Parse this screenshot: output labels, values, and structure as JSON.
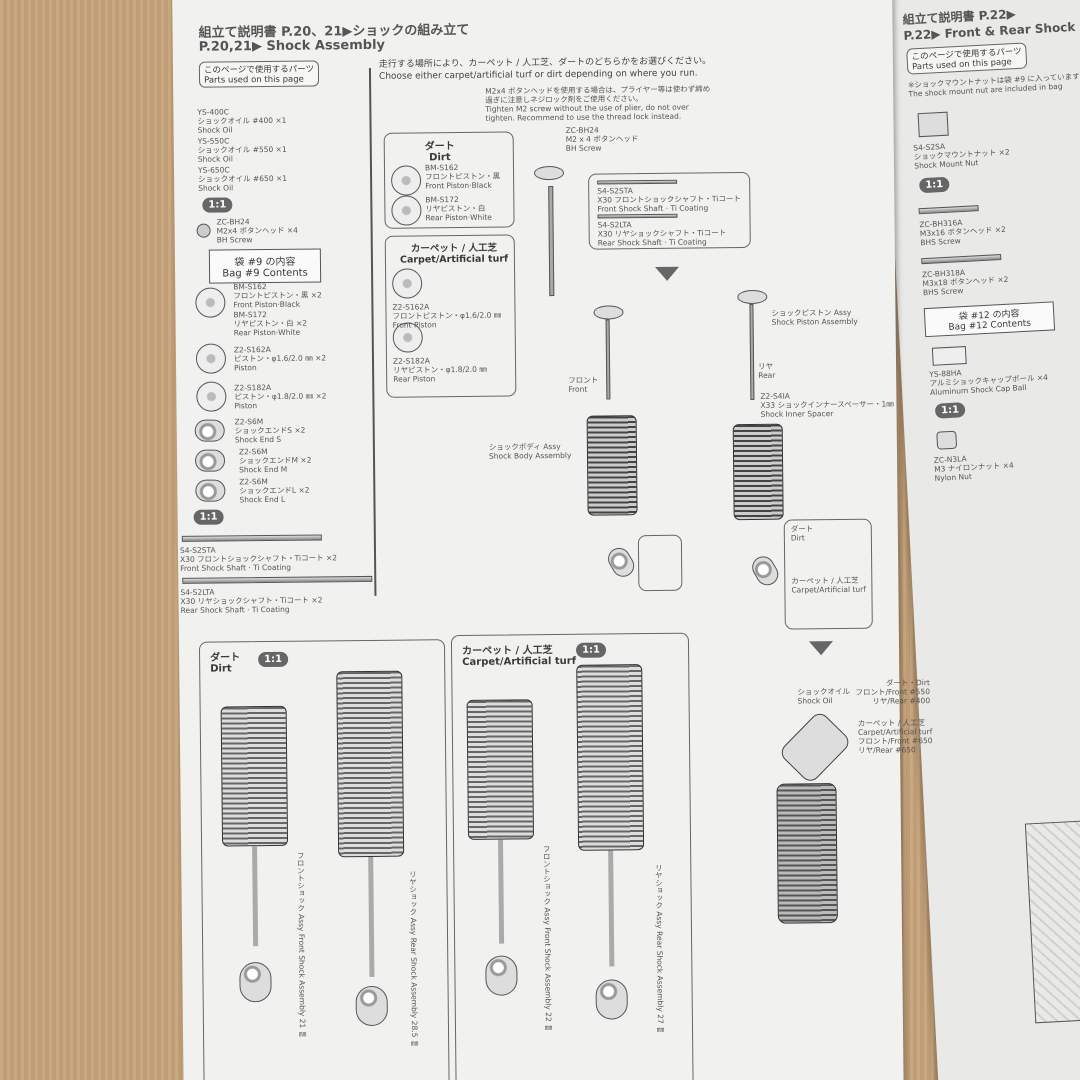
{
  "header": {
    "line1": "組立て説明書 P.20、21▶ショックの組み立て",
    "line2": "P.20,21▶ Shock Assembly"
  },
  "intro": {
    "jp": "走行する場所により、カーペット / 人工芝、ダートのどちらかをお選びください。",
    "en": "Choose either carpet/artificial turf or dirt depending on where you run."
  },
  "parts": {
    "title_jp": "このページで使用するパーツ",
    "title_en": "Parts used on this page",
    "oils": [
      {
        "code": "YS-400C",
        "name_jp": "ショックオイル #400 ×1",
        "name_en": "Shock Oil"
      },
      {
        "code": "YS-550C",
        "name_jp": "ショックオイル #550 ×1",
        "name_en": "Shock Oil"
      },
      {
        "code": "YS-650C",
        "name_jp": "ショックオイル #650 ×1",
        "name_en": "Shock Oil"
      }
    ],
    "scale_label": "1:1",
    "screw": {
      "code": "ZC-BH24",
      "name_jp": "M2x4 ボタンヘッド ×4",
      "name_en": "BH Screw"
    },
    "bag_jp": "袋 #9 の内容",
    "bag_en": "Bag #9 Contents",
    "bag_items": [
      {
        "code": "BM-S162",
        "jp": "フロントピストン・黒 ×2",
        "en": "Front Piston·Black"
      },
      {
        "code": "BM-S172",
        "jp": "リヤピストン・白 ×2",
        "en": "Rear Piston·White"
      },
      {
        "code": "Z2-S162A",
        "jp": "ピストン・φ1.6/2.0 ㎜ ×2",
        "en": "Piston"
      },
      {
        "code": "Z2-S182A",
        "jp": "ピストン・φ1.8/2.0 ㎜ ×2",
        "en": "Piston"
      }
    ],
    "ends": [
      {
        "code": "Z2-S6M",
        "jp": "ショックエンドS ×2",
        "en": "Shock End S"
      },
      {
        "code": "Z2-S6M",
        "jp": "ショックエンドM ×2",
        "en": "Shock End M"
      },
      {
        "code": "Z2-S6M",
        "jp": "ショックエンドL ×2",
        "en": "Shock End L"
      }
    ],
    "shafts": [
      {
        "code": "S4-S2STA",
        "jp": "X30 フロントショックシャフト・Tiコート ×2",
        "en": "Front Shock Shaft · Ti Coating"
      },
      {
        "code": "S4-S2LTA",
        "jp": "X30 リヤショックシャフト・Tiコート ×2",
        "en": "Rear Shock Shaft · Ti Coating"
      }
    ]
  },
  "step1": {
    "note1": "M2x4 ボタンヘッドを使用する場合は、プライヤー等は使わず締め",
    "note2": "過ぎに注意しネジロック剤をご使用ください。",
    "note3": "Tighten M2 screw without the use of plier, do not over",
    "note4": "tighten. Recommend to use the thread lock instead.",
    "screw_code": "ZC-BH24",
    "screw_jp": "M2 x 4 ボタンヘッド",
    "screw_en": "BH Screw",
    "dirt_jp": "ダート",
    "dirt_en": "Dirt",
    "dirt_items": [
      {
        "code": "BM-S162",
        "jp": "フロントピストン・黒",
        "en": "Front Piston·Black"
      },
      {
        "code": "BM-S172",
        "jp": "リヤピストン・白",
        "en": "Rear Piston·White"
      }
    ],
    "carpet_jp": "カーペット / 人工芝",
    "carpet_en": "Carpet/Artificial turf",
    "carpet_items": [
      {
        "code": "Z2-S162A",
        "jp": "フロントピストン・φ1.6/2.0 ㎜",
        "en": "Front Piston"
      },
      {
        "code": "Z2-S182A",
        "jp": "リヤピストン・φ1.8/2.0 ㎜",
        "en": "Rear Piston"
      }
    ],
    "shaft_items": [
      {
        "code": "S4-S2STA",
        "jp": "X30 フロントショックシャフト・Tiコート",
        "en": "Front Shock Shaft · Ti Coating"
      },
      {
        "code": "S4-S2LTA",
        "jp": "X30 リヤショックシャフト・Tiコート",
        "en": "Rear Shock Shaft · Ti Coating"
      }
    ]
  },
  "step2": {
    "piston_assy_jp": "ショックピストン Assy",
    "piston_assy_en": "Shock Piston Assembly",
    "front_jp": "フロント",
    "front_en": "Front",
    "rear_jp": "リヤ",
    "rear_en": "Rear",
    "spacer_code": "Z2-S4IA",
    "spacer_jp": "X33 ショックインナースペーサー・1㎜",
    "spacer_en": "Shock Inner Spacer",
    "body_jp": "ショックボディ Assy",
    "body_en": "Shock Body Assembly",
    "dirt_jp": "ダート",
    "dirt_en": "Dirt",
    "carpet_jp": "カーペット / 人工芝",
    "carpet_en": "Carpet/Artificial turf"
  },
  "oil": {
    "jp": "ショックオイル",
    "en": "Shock Oil",
    "dirt_label": "ダート・Dirt",
    "dirt_front": "フロント/Front #550",
    "dirt_rear": "リヤ/Rear #400",
    "carpet_label": "カーペット / 人工芝",
    "carpet_sub": "Carpet/Artificial turf",
    "carpet_front": "フロント/Front #650",
    "carpet_rear": "リヤ/Rear #650"
  },
  "lengths": {
    "dirt_jp": "ダート",
    "dirt_en": "Dirt",
    "carpet_jp": "カーペット / 人工芝",
    "carpet_en": "Carpet/Artificial turf",
    "scale": "1:1",
    "front_jp": "フロントショック Assy",
    "front_en": "Front Shock Assembly",
    "rear_jp": "リヤショック Assy",
    "rear_en": "Rear Shock Assembly",
    "dirt_front": "21 ㎜",
    "dirt_rear": "28.5 ㎜",
    "carpet_front": "22 ㎜",
    "carpet_rear": "27 ㎜"
  },
  "right_page": {
    "header1": "組立て説明書 P.22▶",
    "header2": "P.22▶ Front & Rear Shock",
    "parts_jp": "このページで使用するパーツ",
    "parts_en": "Parts used on this page",
    "note": "※ショックマウントナットは袋 #9 に入っています",
    "note_en": "The shock mount nut are included in bag",
    "nut_code": "S4-S2SA",
    "nut_jp": "ショックマウントナット ×2",
    "nut_en": "Shock Mount Nut",
    "scale": "1:1",
    "screw1_code": "ZC-BH316A",
    "screw1_jp": "M3x16 ボタンヘッド ×2",
    "screw1_en": "BHS Screw",
    "screw2_code": "ZC-BH318A",
    "screw2_jp": "M3x18 ボタンヘッド ×2",
    "screw2_en": "BHS Screw",
    "bag_jp": "袋 #12 の内容",
    "bag_en": "Bag #12 Contents",
    "ball_code": "YS-88HA",
    "ball_jp": "アルミショックキャップボール ×4",
    "ball_en": "Aluminum Shock Cap Ball",
    "nylon_code": "ZC-N3LA",
    "nylon_jp": "M3 ナイロンナット ×4",
    "nylon_en": "Nylon Nut"
  }
}
